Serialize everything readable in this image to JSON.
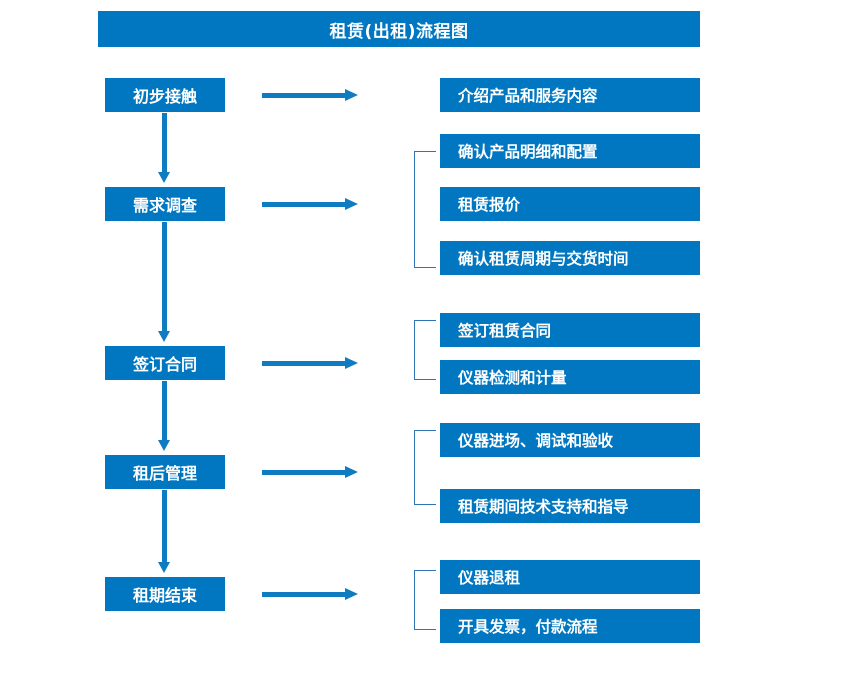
{
  "title": "租赁(出租)流程图",
  "colors": {
    "box_fill": "#0077c0",
    "box_text": "#ffffff",
    "arrow": "#0f7bc0",
    "bracket": "#2e75b6",
    "background": "#ffffff"
  },
  "flow": {
    "stages": [
      {
        "id": "stage-1",
        "label": "初步接触",
        "details": [
          "介绍产品和服务内容"
        ],
        "bracket": false
      },
      {
        "id": "stage-2",
        "label": "需求调查",
        "details": [
          "确认产品明细和配置",
          "租赁报价",
          "确认租赁周期与交货时间"
        ],
        "bracket": true
      },
      {
        "id": "stage-3",
        "label": "签订合同",
        "details": [
          "签订租赁合同",
          "仪器检测和计量"
        ],
        "bracket": true
      },
      {
        "id": "stage-4",
        "label": "租后管理",
        "details": [
          "仪器进场、调试和验收",
          "租赁期间技术支持和指导"
        ],
        "bracket": true
      },
      {
        "id": "stage-5",
        "label": "租期结束",
        "details": [
          "仪器退租",
          "开具发票，付款流程"
        ],
        "bracket": true
      }
    ]
  },
  "detail_boxes": [
    "介绍产品和服务内容",
    "确认产品明细和配置",
    "租赁报价",
    "确认租赁周期与交货时间",
    "签订租赁合同",
    "仪器检测和计量",
    "仪器进场、调试和验收",
    "租赁期间技术支持和指导",
    "仪器退租",
    "开具发票，付款流程"
  ]
}
